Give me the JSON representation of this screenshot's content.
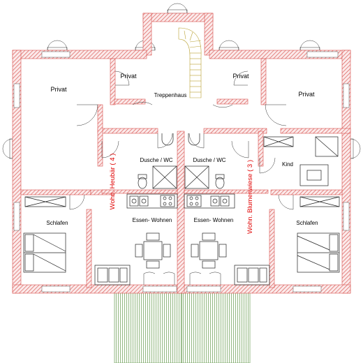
{
  "rooms": {
    "privat_left_large": "Privat",
    "privat_left_small": "Privat",
    "stairwell": "Treppenhaus",
    "privat_right_small": "Privat",
    "privat_right_large": "Privat",
    "bath_left": "Dusche / WC",
    "bath_right": "Dusche / WC",
    "kind": "Kind",
    "bedroom_left": "Schlafen",
    "living_left": "Essen- Wohnen",
    "living_right": "Essen- Wohnen",
    "bedroom_right": "Schlafen"
  },
  "apartments": {
    "left": "Wohn. Heubär ( 4 )",
    "right": "Wohn. Blumenwiese ( 3 )"
  },
  "colors": {
    "wall_hatch": "#d9534f",
    "apartment_label": "#e00000",
    "terrace": "#7da86a"
  }
}
